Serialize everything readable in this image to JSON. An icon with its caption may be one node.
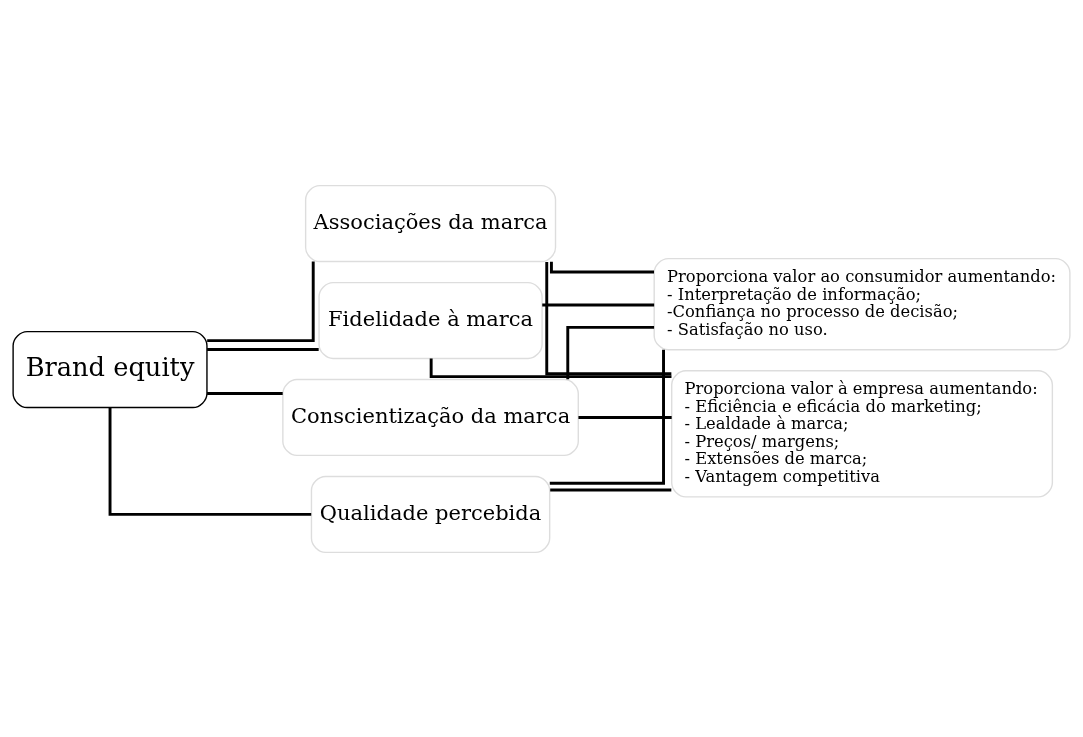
{
  "diagram": {
    "nodes": [
      {
        "text": [
          "Brand equity"
        ]
      },
      {
        "text": [
          "Conscientização da marca"
        ]
      },
      {
        "text": [
          "Qualidade percebida"
        ]
      },
      {
        "text": [
          "Associações da marca"
        ]
      },
      {
        "text": [
          "Fidelidade à marca"
        ]
      },
      {
        "text": [
          "Proporciona valor ao consumidor aumentando:",
          "- Interpretação de informação;",
          "-Confiança no processo de decisão;",
          "- Satisfação no uso."
        ]
      },
      {
        "text": [
          "Proporciona valor à empresa aumentando:",
          "- Eficiência e eficácia do marketing;",
          "- Lealdade à marca;",
          "- Preços/ margens;",
          "- Extensões de marca;",
          "- Vantagem competitiva"
        ]
      }
    ],
    "edges": [
      {
        "from": 0,
        "to": 1,
        "arrow": "none"
      },
      {
        "from": 0,
        "to": 2,
        "arrow": "none"
      },
      {
        "from": 0,
        "to": 3,
        "arrow": "none"
      },
      {
        "from": 0,
        "to": 4,
        "arrow": "none"
      },
      {
        "from": 1,
        "to": 5,
        "arrow": "none"
      },
      {
        "from": 2,
        "to": 5,
        "arrow": "none"
      },
      {
        "from": 3,
        "to": 5,
        "arrow": "none"
      },
      {
        "from": 4,
        "to": 5,
        "arrow": "none"
      },
      {
        "from": 1,
        "to": 6,
        "arrow": "none"
      },
      {
        "from": 2,
        "to": 6,
        "arrow": "none"
      },
      {
        "from": 3,
        "to": 6,
        "arrow": "none"
      },
      {
        "from": 4,
        "to": 6,
        "arrow": "none"
      }
    ]
  }
}
